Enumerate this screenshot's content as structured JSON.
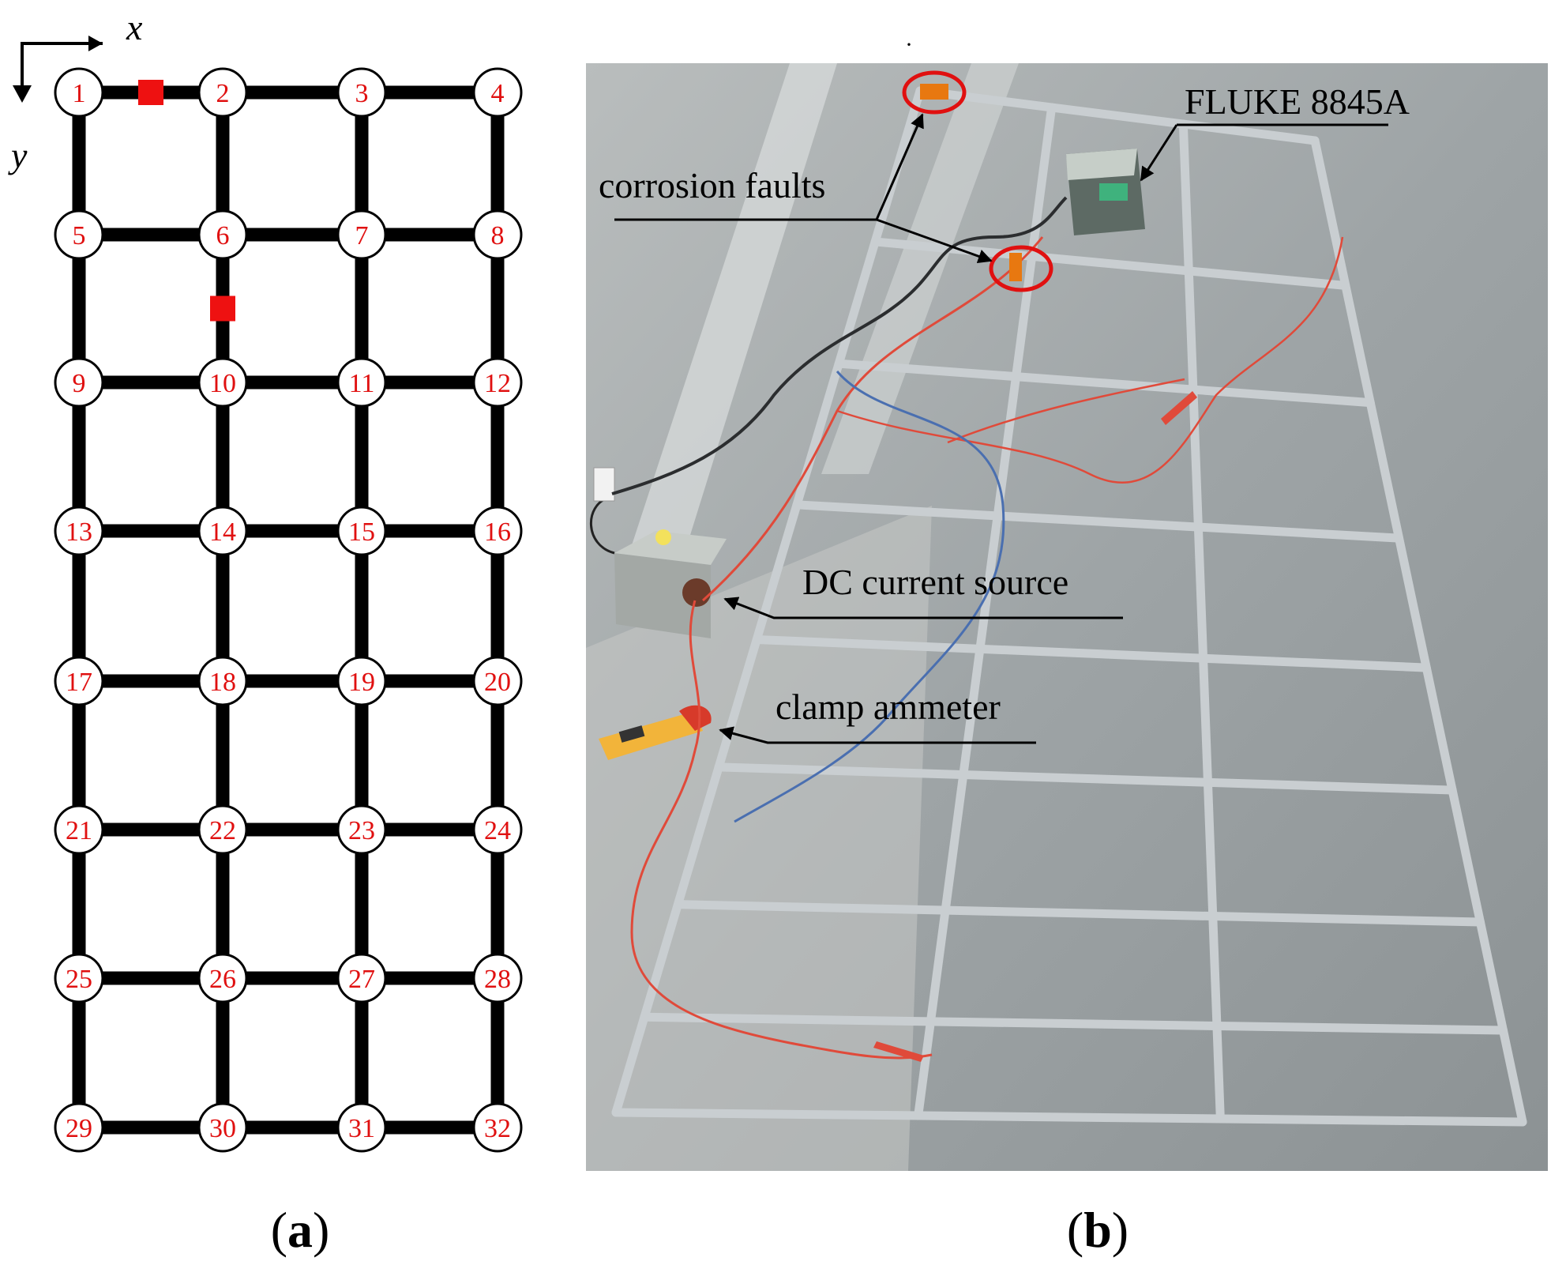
{
  "panel_a": {
    "caption_letter": "a",
    "axis_x_label": "x",
    "axis_y_label": "y",
    "grid": {
      "columns": 4,
      "rows": 8
    },
    "node_labels": [
      "1",
      "2",
      "3",
      "4",
      "5",
      "6",
      "7",
      "8",
      "9",
      "10",
      "11",
      "12",
      "13",
      "14",
      "15",
      "16",
      "17",
      "18",
      "19",
      "20",
      "21",
      "22",
      "23",
      "24",
      "25",
      "26",
      "27",
      "28",
      "29",
      "30",
      "31",
      "32"
    ],
    "faults": [
      {
        "between": [
          "1",
          "2"
        ]
      },
      {
        "between": [
          "6",
          "10"
        ]
      }
    ],
    "colors": {
      "grid": "#000000",
      "node_text": "#e01010",
      "fault": "#ee1111",
      "node_fill": "#ffffff"
    }
  },
  "panel_b": {
    "caption_letter": "b",
    "labels": {
      "fluke": "FLUKE 8845A",
      "corrosion": "corrosion faults",
      "dc_source": "DC current source",
      "clamp": "clamp ammeter"
    },
    "colors": {
      "fault_marker": "#e87810",
      "fault_ring": "#e01010",
      "wire_red": "#e04a3a",
      "wire_blue": "#4a6fb0",
      "floor": "#9aa0a2"
    }
  }
}
